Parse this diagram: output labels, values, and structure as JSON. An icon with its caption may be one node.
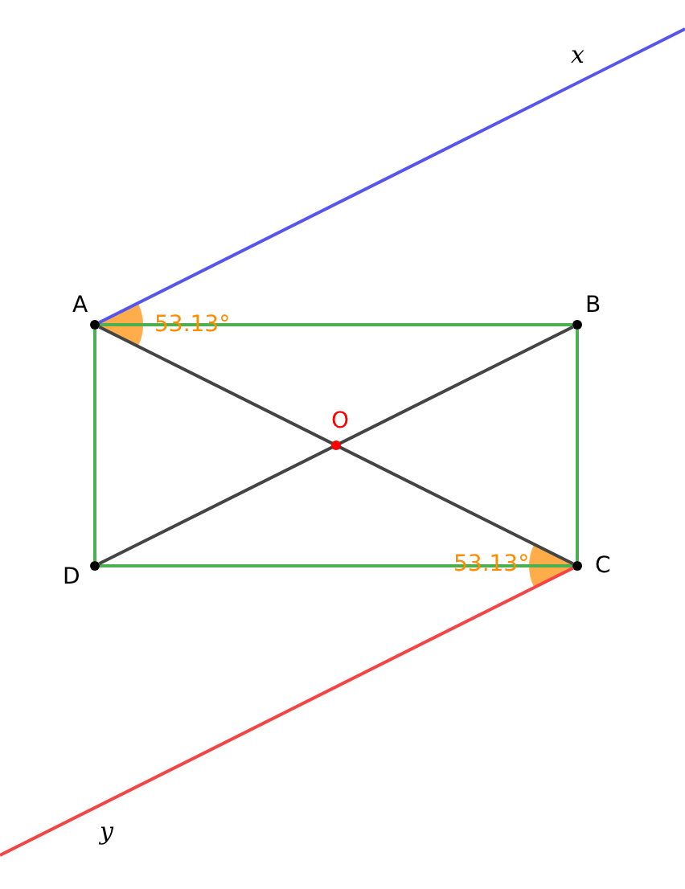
{
  "diagram": {
    "nodes": [
      {
        "text": [
          "A"
        ],
        "beside": [
          "53.13°"
        ]
      },
      {
        "text": [
          "B"
        ]
      },
      {
        "text": [
          "C"
        ],
        "beside": [
          "53.13°"
        ]
      },
      {
        "text": [
          "D"
        ]
      },
      {
        "text": [
          "O"
        ]
      }
    ],
    "edges": [
      {
        "from": 0,
        "to": 1,
        "arrow": "none",
        "color": "#4caf50"
      },
      {
        "from": 1,
        "to": 2,
        "arrow": "none",
        "color": "#4caf50"
      },
      {
        "from": 2,
        "to": 3,
        "arrow": "none",
        "color": "#4caf50"
      },
      {
        "from": 3,
        "to": 0,
        "arrow": "none",
        "color": "#4caf50"
      },
      {
        "from": 0,
        "to": 2,
        "arrow": "none",
        "color": "#444444"
      },
      {
        "from": 1,
        "to": 3,
        "arrow": "none",
        "color": "#444444"
      },
      {
        "from": 0,
        "to": null,
        "arrow": "none",
        "color": "#5555ee"
      },
      {
        "from": 2,
        "to": null,
        "arrow": "none",
        "color": "#f44444"
      }
    ],
    "labels": [
      "x",
      "y"
    ]
  }
}
